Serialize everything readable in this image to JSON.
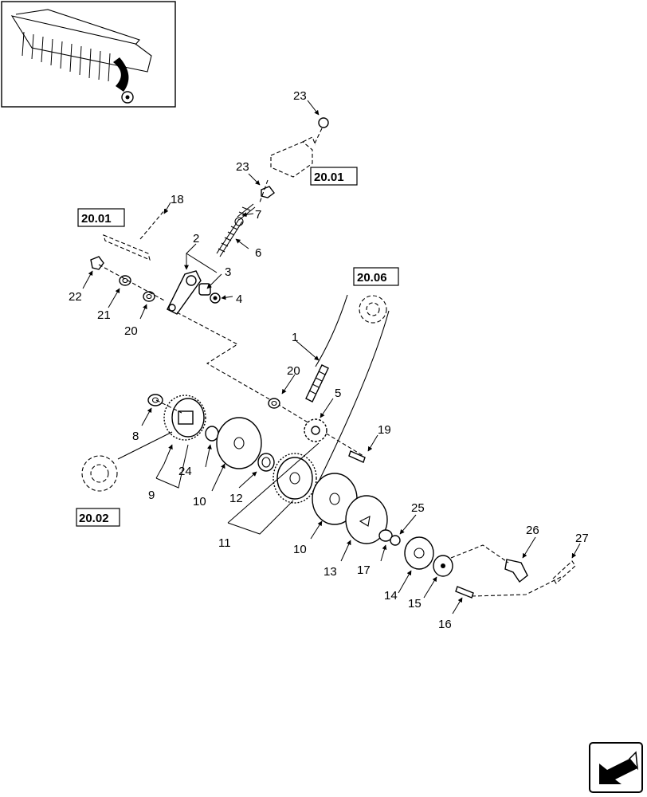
{
  "diagram": {
    "callouts": [
      "1",
      "2",
      "3",
      "4",
      "5",
      "6",
      "7",
      "8",
      "9",
      "10",
      "10",
      "11",
      "12",
      "13",
      "14",
      "15",
      "16",
      "17",
      "18",
      "19",
      "20",
      "20",
      "21",
      "22",
      "23",
      "23",
      "24",
      "25",
      "26",
      "27"
    ],
    "references": [
      "20.01",
      "20.01",
      "20.06",
      "20.02"
    ]
  },
  "icons": {
    "thumbnail": "baler-pickup-thumbnail",
    "nav": "arrow-back-icon"
  }
}
